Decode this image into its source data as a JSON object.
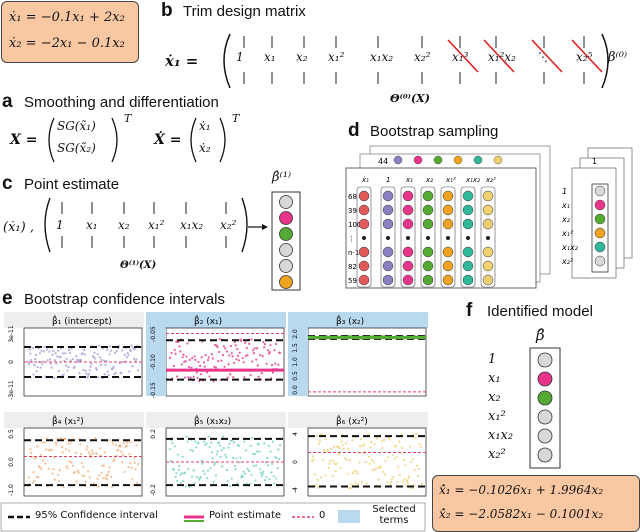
{
  "system_eq": [
    "ẋ₁ = −0.1x₁ + 2x₂",
    "ẋ₂ = −2x₁ − 0.1x₂"
  ],
  "panels": {
    "a": {
      "letter": "a",
      "title": "Smoothing and differentiation"
    },
    "b": {
      "letter": "b",
      "title": "Trim design matrix"
    },
    "c": {
      "letter": "c",
      "title": "Point estimate"
    },
    "d": {
      "letter": "d",
      "title": "Bootstrap sampling"
    },
    "e": {
      "letter": "e",
      "title": "Bootstrap confidence intervals"
    },
    "f": {
      "letter": "f",
      "title": "Identified model"
    }
  },
  "matrix_b": {
    "lhs": "ẋ₁ =",
    "terms": [
      "1",
      "x₁",
      "x₂",
      "x₁²",
      "x₁x₂",
      "x₂²",
      "x₁³",
      "x₁²x₂",
      "⋱",
      "x₂⁵"
    ],
    "struck": [
      6,
      7,
      8,
      9
    ],
    "coef": "β⁽⁰⁾",
    "label": "Θ⁽⁰⁾(X)"
  },
  "smoothing": {
    "X_lhs": "X =",
    "X_rows": [
      "SG(x̃₁)",
      "SG(x̃₂)"
    ],
    "Xd_lhs": "Ẋ =",
    "Xd_rows": [
      "ẋ₁",
      "ẋ₂"
    ],
    "T": "T"
  },
  "point_estimate": {
    "lhs": "(ẋ₁) ,",
    "terms": [
      "1",
      "x₁",
      "x₂",
      "x₁²",
      "x₁x₂",
      "x₂²"
    ],
    "label": "Θ⁽¹⁾(X)",
    "beta": "β̂⁽¹⁾",
    "colors": [
      "#d8d8d8",
      "#e8348a",
      "#55aa33",
      "#d8d8d8",
      "#d8d8d8",
      "#f0a320"
    ]
  },
  "bootstrap": {
    "headers": [
      "ẋ₁",
      "1",
      "x₁",
      "x₂",
      "x₁²",
      "x₁x₂",
      "x₂²"
    ],
    "rows": [
      "68",
      "39",
      "100",
      "⋮",
      "n-15",
      "82",
      "59"
    ],
    "back_row": "44",
    "col_colors": [
      "#e05a5a",
      "#8c7fc0",
      "#e8348a",
      "#55aa33",
      "#f0a320",
      "#2fb89a",
      "#f0d070"
    ],
    "stack_rows": [
      "1",
      "x₁",
      "x₂",
      "x₁²",
      "x₁x₂",
      "x₂²"
    ],
    "stack_colors": [
      "#d8d8d8",
      "#e8348a",
      "#55aa33",
      "#f0a320",
      "#2fb89a",
      "#d8d8d8"
    ],
    "stack_top": "1"
  },
  "subplots": [
    {
      "title": "β̂₁",
      "term": "(intercept)",
      "selected": false,
      "ticks": [
        "3e-11",
        "0",
        "-3e-11"
      ],
      "ci": [
        0.28,
        0.72
      ],
      "zero": 0.5,
      "pe": 0.5,
      "color": "#a899d6"
    },
    {
      "title": "β̂₂",
      "term": "(x₁)",
      "selected": true,
      "ticks": [
        "-0.05",
        "-0.10",
        "-0.15"
      ],
      "ci": [
        0.18,
        0.76
      ],
      "zero": 0.08,
      "pe": 0.62,
      "color": "#e8348a"
    },
    {
      "title": "β̂₃",
      "term": "(x₂)",
      "selected": true,
      "ticks": [
        "2.0",
        "1.5",
        "1.0",
        "0.5",
        "0.0"
      ],
      "ci": [
        0.12,
        0.16
      ],
      "zero": 0.94,
      "pe": 0.14,
      "color": "#55aa33"
    },
    {
      "title": "β̂₄",
      "term": "(x₁²)",
      "selected": false,
      "ticks": [
        "0.5",
        "0.0",
        "-1.0"
      ],
      "ci": [
        0.18,
        0.84
      ],
      "zero": 0.42,
      "pe": 0.5,
      "color": "#f4b07a"
    },
    {
      "title": "β̂₅",
      "term": "(x₁x₂)",
      "selected": false,
      "ticks": [
        "0.2",
        "-0.2"
      ],
      "ci": [
        0.16,
        0.84
      ],
      "zero": 0.5,
      "pe": 0.5,
      "color": "#6ed0c0"
    },
    {
      "title": "β̂₆",
      "term": "(x₂²)",
      "selected": false,
      "ticks": [
        "4",
        "0",
        "-4"
      ],
      "ci": [
        0.12,
        0.86
      ],
      "zero": 0.36,
      "pe": 0.5,
      "color": "#f0d070"
    }
  ],
  "legend": {
    "ci": "95% Confidence interval",
    "pe": "Point estimate",
    "zero": "0",
    "sel": "Selected terms"
  },
  "identified": {
    "beta": "β̂",
    "terms": [
      "1",
      "x₁",
      "x₂",
      "x₁²",
      "x₁x₂",
      "x₂²"
    ],
    "colors": [
      "#d8d8d8",
      "#e8348a",
      "#55aa33",
      "#d8d8d8",
      "#d8d8d8",
      "#d8d8d8"
    ],
    "model": [
      "x̂̇₁ = −0.1026x₁ + 1.9964x₂",
      "x̂̇₂ = −2.0582x₁ − 0.1001x₂"
    ]
  },
  "colors": {
    "pink": "#e8348a",
    "green": "#55aa33",
    "orange": "#f0a320",
    "box": "#f9c8a2",
    "selected": "#b9d9ef",
    "zero_line": "#e04060"
  }
}
